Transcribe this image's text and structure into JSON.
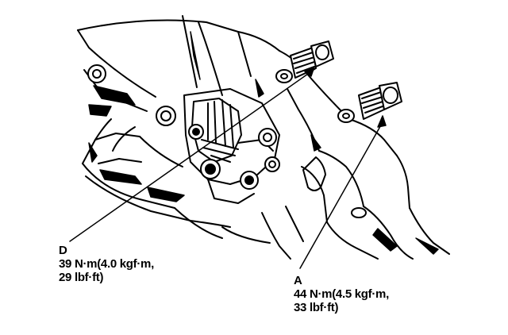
{
  "callouts": {
    "d": {
      "letter": "D",
      "torque_line1": "39 N·m(4.0 kgf·m,",
      "torque_line2": "29 lbf·ft)"
    },
    "a": {
      "letter": "A",
      "torque_line1": "44 N·m(4.5 kgf·m,",
      "torque_line2": "33 lbf·ft)"
    }
  },
  "colors": {
    "ink": "#000000",
    "paper": "#ffffff"
  }
}
